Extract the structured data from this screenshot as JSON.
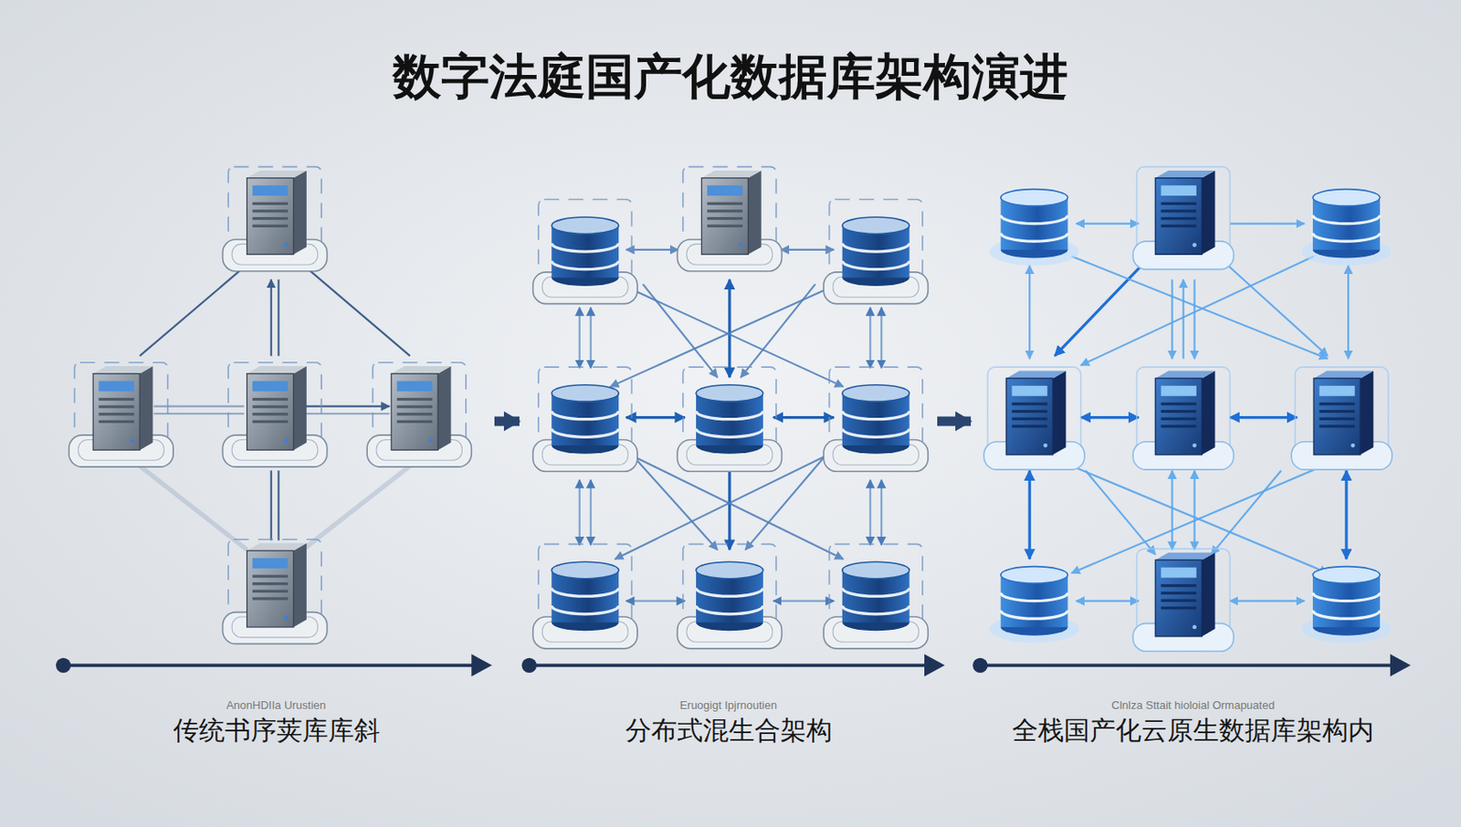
{
  "diagram": {
    "title": "数字法庭国产化数据库架构演进",
    "nodes": [
      {
        "text": [
          "AnonHDIIa Urustien",
          "传统书序荚库库斜"
        ]
      },
      {
        "text": [
          "Eruogigt Ipjrnoutien",
          "分布式混生合架构"
        ]
      },
      {
        "text": [
          "Clnlza Sttait hioloial Ormapuated",
          "全栈国产化云原生数据库架构内"
        ]
      }
    ],
    "edges": [
      {
        "from": 0,
        "to": 1,
        "arrow": "to"
      },
      {
        "from": 1,
        "to": 2,
        "arrow": "to"
      }
    ]
  }
}
